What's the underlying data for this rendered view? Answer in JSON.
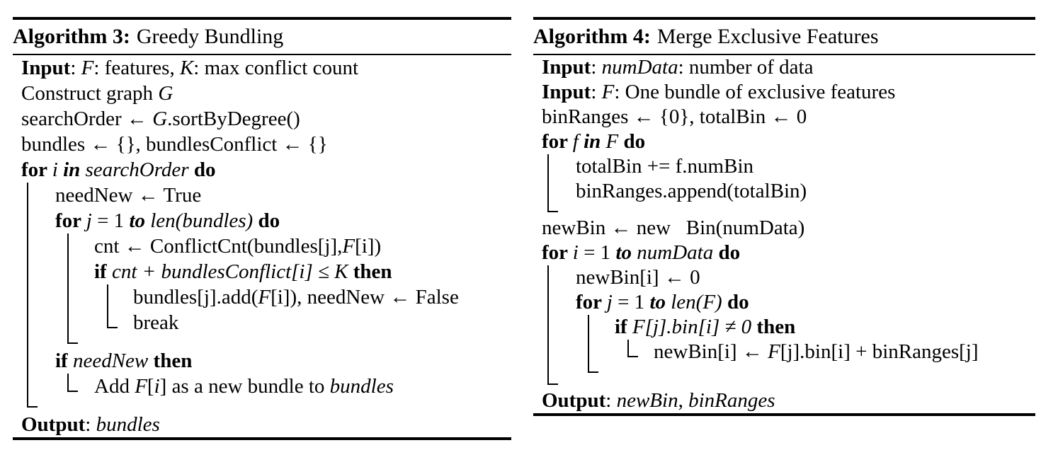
{
  "colors": {
    "text": "#000000",
    "background": "#ffffff",
    "rule": "#000000"
  },
  "algorithms": [
    {
      "caption_label": "Algorithm 3:",
      "caption_title": "Greedy Bundling",
      "lines": [
        {
          "type": "text",
          "indent": 0,
          "bars": [],
          "segs": [
            {
              "s": "b",
              "t": "Input"
            },
            {
              "s": "r",
              "t": ": "
            },
            {
              "s": "i",
              "t": "F"
            },
            {
              "s": "r",
              "t": ": features, "
            },
            {
              "s": "i",
              "t": "K"
            },
            {
              "s": "r",
              "t": ": max conflict count"
            }
          ]
        },
        {
          "type": "text",
          "indent": 0,
          "bars": [],
          "segs": [
            {
              "s": "r",
              "t": "Construct graph "
            },
            {
              "s": "i",
              "t": "G"
            }
          ]
        },
        {
          "type": "text",
          "indent": 0,
          "bars": [],
          "segs": [
            {
              "s": "r",
              "t": "searchOrder ← "
            },
            {
              "s": "i",
              "t": "G"
            },
            {
              "s": "r",
              "t": ".sortByDegree()"
            }
          ]
        },
        {
          "type": "text",
          "indent": 0,
          "bars": [],
          "segs": [
            {
              "s": "r",
              "t": "bundles ← {}, bundlesConflict ← {}"
            }
          ]
        },
        {
          "type": "text",
          "indent": 0,
          "bars": [],
          "segs": [
            {
              "s": "b",
              "t": "for "
            },
            {
              "s": "i",
              "t": "i"
            },
            {
              "s": "bi",
              "t": " in "
            },
            {
              "s": "i",
              "t": "searchOrder"
            },
            {
              "s": "b",
              "t": " do"
            }
          ]
        },
        {
          "type": "text",
          "indent": 1,
          "bars": [
            1
          ],
          "segs": [
            {
              "s": "r",
              "t": "needNew ← True"
            }
          ]
        },
        {
          "type": "text",
          "indent": 1,
          "bars": [
            1
          ],
          "segs": [
            {
              "s": "b",
              "t": "for "
            },
            {
              "s": "i",
              "t": "j"
            },
            {
              "s": "r",
              "t": " = 1 "
            },
            {
              "s": "bi",
              "t": "to "
            },
            {
              "s": "i",
              "t": "len(bundles)"
            },
            {
              "s": "b",
              "t": " do"
            }
          ]
        },
        {
          "type": "text",
          "indent": 2,
          "bars": [
            1,
            2
          ],
          "segs": [
            {
              "s": "r",
              "t": "cnt ← ConflictCnt(bundles[j],"
            },
            {
              "s": "i",
              "t": "F"
            },
            {
              "s": "r",
              "t": "[i])"
            }
          ]
        },
        {
          "type": "text",
          "indent": 2,
          "bars": [
            1,
            2
          ],
          "segs": [
            {
              "s": "b",
              "t": "if "
            },
            {
              "s": "i",
              "t": "cnt + bundlesConflict[i] ≤ K"
            },
            {
              "s": "b",
              "t": " then"
            }
          ]
        },
        {
          "type": "text",
          "indent": 3,
          "bars": [
            1,
            2,
            3
          ],
          "segs": [
            {
              "s": "r",
              "t": "bundles[j].add("
            },
            {
              "s": "i",
              "t": "F"
            },
            {
              "s": "r",
              "t": "[i]), needNew ← False"
            }
          ]
        },
        {
          "type": "text",
          "indent": 3,
          "bars": [
            1,
            2
          ],
          "foot": 3,
          "segs": [
            {
              "s": "r",
              "t": "break"
            }
          ]
        },
        {
          "type": "half",
          "bars": [
            1
          ],
          "foot": 2
        },
        {
          "type": "text",
          "indent": 1,
          "bars": [
            1
          ],
          "segs": [
            {
              "s": "b",
              "t": "if "
            },
            {
              "s": "i",
              "t": "needNew"
            },
            {
              "s": "b",
              "t": " then"
            }
          ]
        },
        {
          "type": "text",
          "indent": 2,
          "bars": [
            1
          ],
          "foot": 2,
          "segs": [
            {
              "s": "r",
              "t": "Add "
            },
            {
              "s": "i",
              "t": "F"
            },
            {
              "s": "r",
              "t": "["
            },
            {
              "s": "i",
              "t": "i"
            },
            {
              "s": "r",
              "t": "] as a new bundle to "
            },
            {
              "s": "i",
              "t": "bundles"
            }
          ]
        },
        {
          "type": "half",
          "bars": [],
          "foot": 1
        },
        {
          "type": "text",
          "indent": 0,
          "bars": [],
          "segs": [
            {
              "s": "b",
              "t": "Output"
            },
            {
              "s": "r",
              "t": ": "
            },
            {
              "s": "i",
              "t": "bundles"
            }
          ]
        }
      ]
    },
    {
      "caption_label": "Algorithm 4:",
      "caption_title": "Merge Exclusive Features",
      "lines": [
        {
          "type": "text",
          "indent": 0,
          "bars": [],
          "segs": [
            {
              "s": "b",
              "t": "Input"
            },
            {
              "s": "r",
              "t": ": "
            },
            {
              "s": "i",
              "t": "numData"
            },
            {
              "s": "r",
              "t": ": number of data"
            }
          ]
        },
        {
          "type": "text",
          "indent": 0,
          "bars": [],
          "segs": [
            {
              "s": "b",
              "t": "Input"
            },
            {
              "s": "r",
              "t": ": "
            },
            {
              "s": "i",
              "t": "F"
            },
            {
              "s": "r",
              "t": ": One bundle of exclusive features"
            }
          ]
        },
        {
          "type": "text",
          "indent": 0,
          "bars": [],
          "segs": [
            {
              "s": "r",
              "t": "binRanges ← {0}, totalBin ← 0"
            }
          ]
        },
        {
          "type": "text",
          "indent": 0,
          "bars": [],
          "segs": [
            {
              "s": "b",
              "t": "for "
            },
            {
              "s": "i",
              "t": "f"
            },
            {
              "s": "bi",
              "t": " in "
            },
            {
              "s": "i",
              "t": "F"
            },
            {
              "s": "b",
              "t": " do"
            }
          ]
        },
        {
          "type": "text",
          "indent": 1,
          "bars": [
            1
          ],
          "segs": [
            {
              "s": "r",
              "t": "totalBin += f.numBin"
            }
          ]
        },
        {
          "type": "text",
          "indent": 1,
          "bars": [
            1
          ],
          "segs": [
            {
              "s": "r",
              "t": "binRanges.append(totalBin)"
            }
          ]
        },
        {
          "type": "half",
          "bars": [],
          "foot": 1
        },
        {
          "type": "text",
          "indent": 0,
          "bars": [],
          "segs": [
            {
              "s": "r",
              "t": "newBin ← new   Bin(numData)"
            }
          ]
        },
        {
          "type": "text",
          "indent": 0,
          "bars": [],
          "segs": [
            {
              "s": "b",
              "t": "for "
            },
            {
              "s": "i",
              "t": "i"
            },
            {
              "s": "r",
              "t": " = 1 "
            },
            {
              "s": "bi",
              "t": "to "
            },
            {
              "s": "i",
              "t": "numData"
            },
            {
              "s": "b",
              "t": " do"
            }
          ]
        },
        {
          "type": "text",
          "indent": 1,
          "bars": [
            1
          ],
          "segs": [
            {
              "s": "r",
              "t": "newBin[i] ← 0"
            }
          ]
        },
        {
          "type": "text",
          "indent": 1,
          "bars": [
            1
          ],
          "segs": [
            {
              "s": "b",
              "t": "for "
            },
            {
              "s": "i",
              "t": "j"
            },
            {
              "s": "r",
              "t": " = 1 "
            },
            {
              "s": "bi",
              "t": "to "
            },
            {
              "s": "i",
              "t": "len(F)"
            },
            {
              "s": "b",
              "t": " do"
            }
          ]
        },
        {
          "type": "text",
          "indent": 2,
          "bars": [
            1,
            2
          ],
          "segs": [
            {
              "s": "b",
              "t": "if "
            },
            {
              "s": "i",
              "t": "F[j].bin[i] ≠ 0"
            },
            {
              "s": "b",
              "t": " then"
            }
          ]
        },
        {
          "type": "text",
          "indent": 3,
          "bars": [
            1,
            2
          ],
          "foot": 3,
          "segs": [
            {
              "s": "r",
              "t": "newBin[i] ← "
            },
            {
              "s": "i",
              "t": "F"
            },
            {
              "s": "r",
              "t": "[j].bin[i] + binRanges[j]"
            }
          ]
        },
        {
          "type": "half",
          "bars": [
            1
          ],
          "foot": 2
        },
        {
          "type": "half",
          "bars": [],
          "foot": 1
        },
        {
          "type": "text",
          "indent": 0,
          "bars": [],
          "segs": [
            {
              "s": "b",
              "t": "Output"
            },
            {
              "s": "r",
              "t": ": "
            },
            {
              "s": "i",
              "t": "newBin"
            },
            {
              "s": "r",
              "t": ", "
            },
            {
              "s": "i",
              "t": "binRanges"
            }
          ]
        }
      ]
    }
  ]
}
